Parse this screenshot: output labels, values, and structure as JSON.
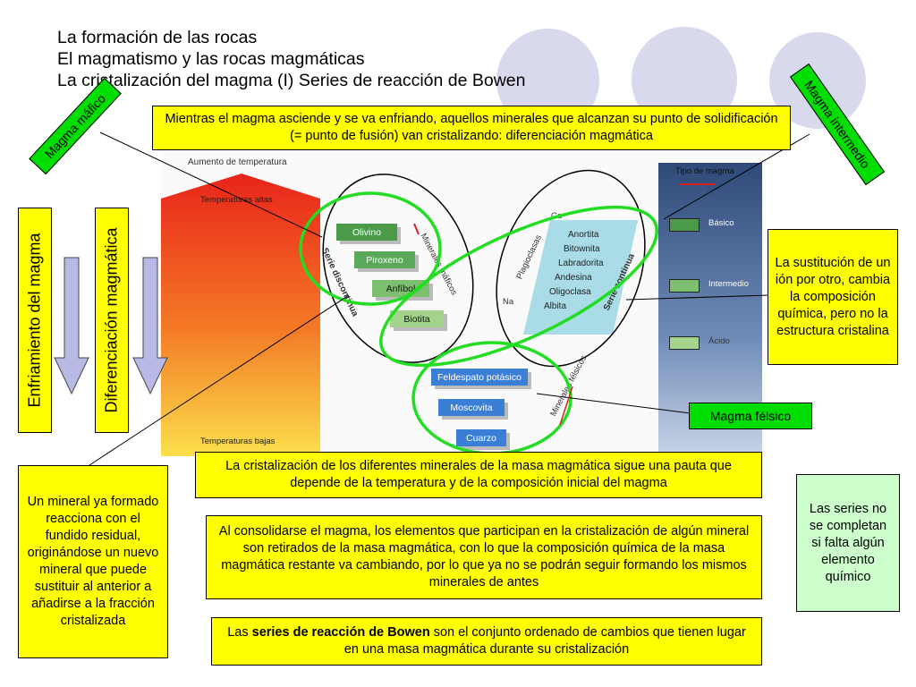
{
  "title": {
    "line1": "La formación de las rocas",
    "line2": "El magmatismo y las rocas magmáticas",
    "line3": "La cristalización del magma (I) Series de reacción de Bowen"
  },
  "callouts": {
    "intro": "Mientras el magma asciende y se va enfriando, aquellos minerales que alcanzan su punto de solidificación (= punto de fusión) van cristalizando: diferenciación magmática",
    "substitution": "La sustitución de un ión por otro, cambia la composición química, pero no la estructura cristalina",
    "reaction": "Un mineral ya formado reacciona con el fundido residual, originándose un nuevo mineral que puede sustituir al anterior a añadirse a la fracción cristalizada",
    "pattern": "La cristalización de los diferentes minerales de la masa magmática sigue una pauta que depende de la temperatura y de la composición inicial del magma",
    "consolidation": "Al consolidarse el magma, los elementos que participan en la cristalización de algún mineral son retirados de la masa magmática, con lo que la composición química de la masa magmática restante va cambiando, por lo que ya no se podrán seguir formando los mismos minerales de antes",
    "definition_bold": "series de reacción de Bowen",
    "definition_prefix": "Las ",
    "definition_suffix": " son el conjunto ordenado de cambios que tienen lugar en una masa magmática durante su cristalización",
    "incomplete": "Las series no se completan si falta algún elemento químico"
  },
  "tags": {
    "mafic": "Magma máfico",
    "intermediate": "Magma intermedio",
    "felsic": "Magma félsico"
  },
  "vertical_labels": {
    "cooling": "Enfriamiento del magma",
    "differentiation": "Diferenciación magmática"
  },
  "diagram": {
    "temp_axis_label": "Aumento de temperatura",
    "temp_high": "Temperaturas altas",
    "temp_low": "Temperaturas bajas",
    "discontinuous_series": "Serie discontinua",
    "mafic_minerals": "Minerales máficos",
    "felsic_minerals": "Minerales félsicos",
    "continuous_series": "Serie continua",
    "plagioclases": "Plagioclasas",
    "ca": "Ca",
    "na": "Na",
    "magma_type_header": "Tipo de magma",
    "magma_basic": "Básico",
    "magma_intermediate": "Intermedio",
    "magma_acid": "Ácido",
    "discontinuous_minerals": [
      "Olivino",
      "Piroxeno",
      "Anfíbol",
      "Biotita"
    ],
    "plagioclase_minerals": [
      "Anortita",
      "Bitownita",
      "Labradorita",
      "Andesina",
      "Oligoclasa",
      "Albita"
    ],
    "felsic_mineral_list": [
      "Feldespato potásico",
      "Moscovita",
      "Cuarzo"
    ]
  },
  "colors": {
    "highlight": "#ffff00",
    "tag_green": "#00dd00",
    "note_green": "#ccffcc",
    "circle_green": "#22dd22",
    "decor_circle": "#d9d9ee",
    "mafic_mineral": "#4a9a4a",
    "felsic_mineral": "#3a7fd5",
    "plagioclase_fill": "#a9dce6"
  }
}
